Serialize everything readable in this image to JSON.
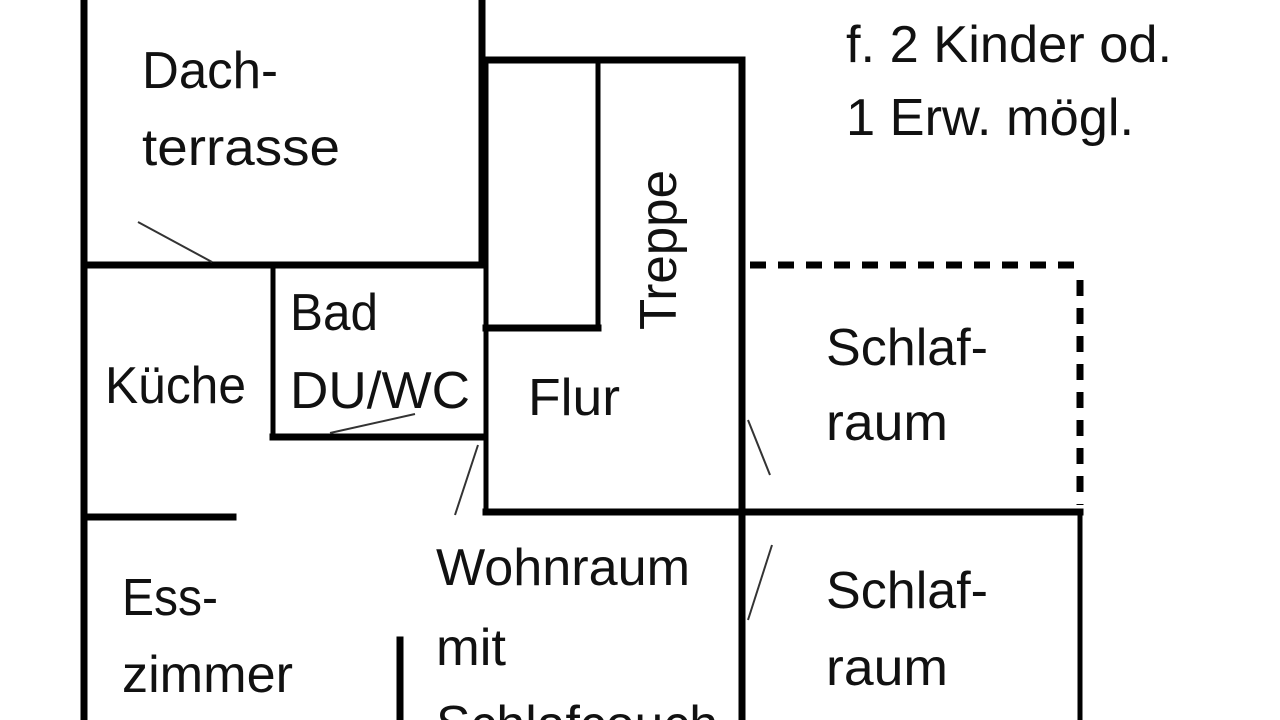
{
  "note": {
    "line1": "f. 2 Kinder od.",
    "line2": "1 Erw. mögl."
  },
  "rooms": {
    "dachterrasse": {
      "line1": "Dach-",
      "line2": "terrasse"
    },
    "bad": {
      "line1": "Bad",
      "line2": "DU/WC"
    },
    "kueche": {
      "label": "Küche"
    },
    "flur": {
      "label": "Flur"
    },
    "treppe": {
      "label": "Treppe"
    },
    "schlafraum_1": {
      "line1": "Schlaf-",
      "line2": "raum"
    },
    "schlafraum_2": {
      "line1": "Schlaf-",
      "line2": "raum"
    },
    "wohnraum": {
      "line1": "Wohnraum",
      "line2": "mit",
      "line3": "Schlafcouch"
    },
    "esszimmer": {
      "line1": "Ess-",
      "line2": "zimmer"
    }
  }
}
